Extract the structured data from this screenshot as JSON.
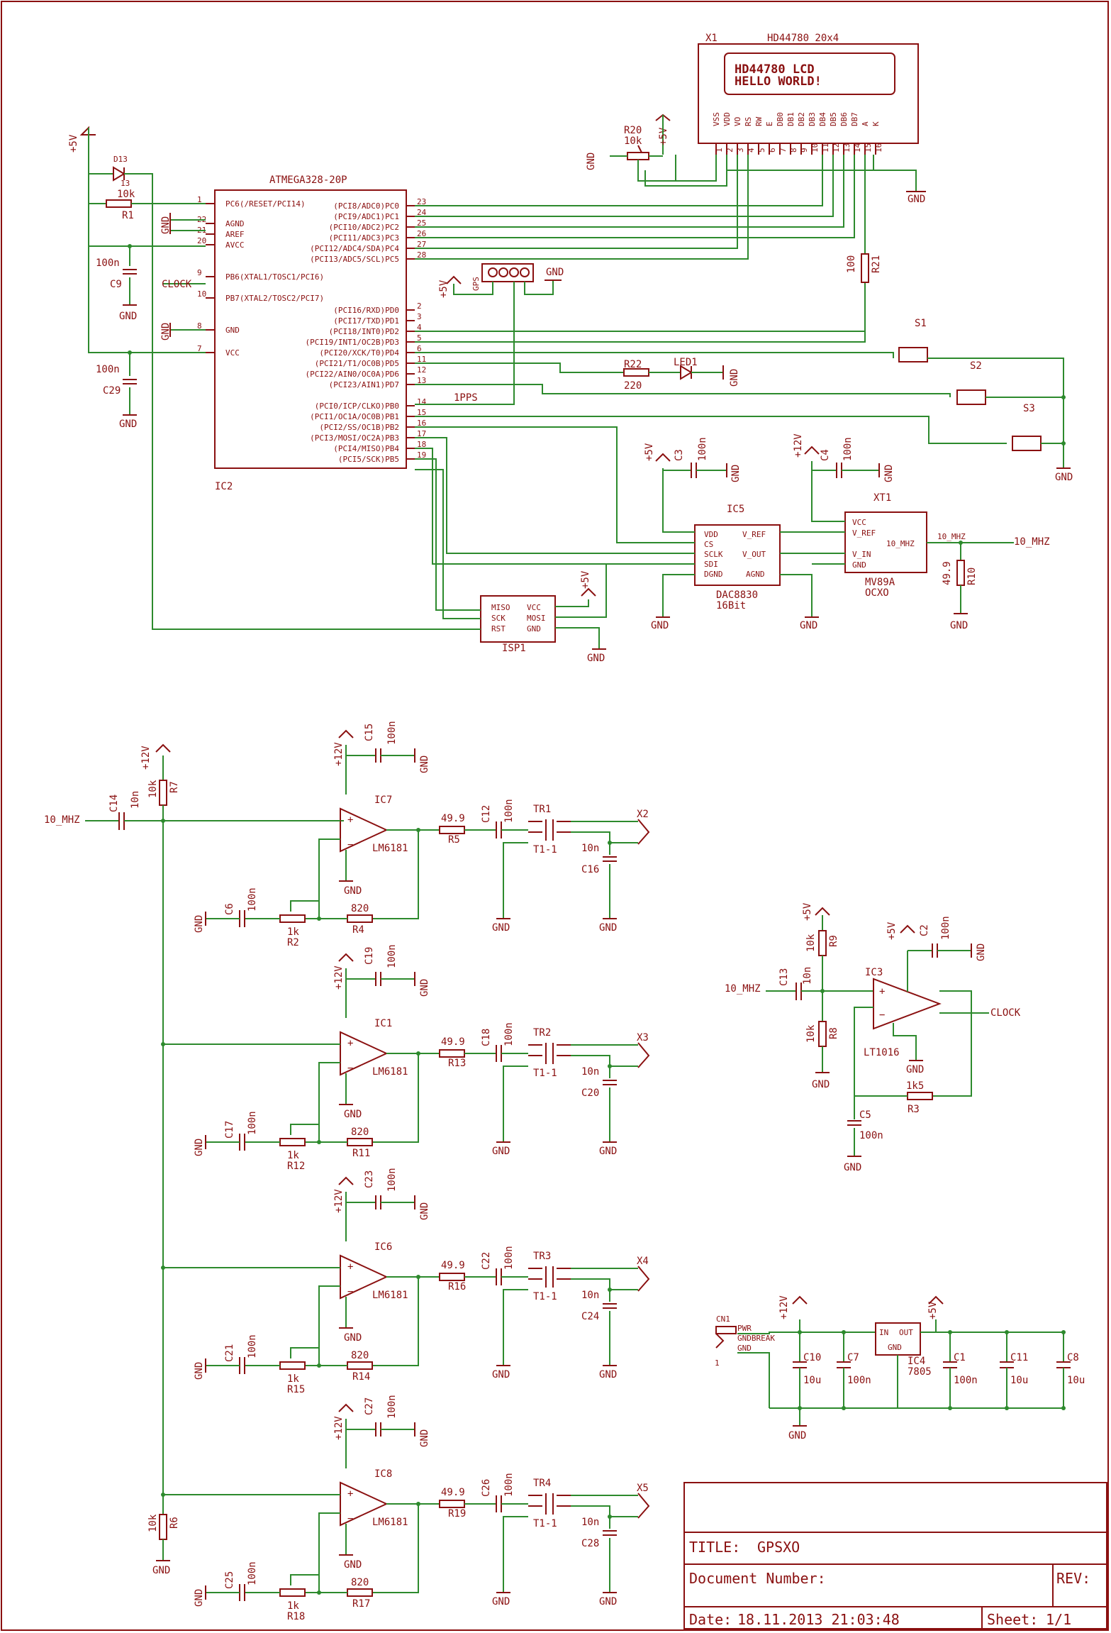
{
  "title_block": {
    "title_label": "TITLE:",
    "title": "GPSXO",
    "doc_label": "Document Number:",
    "rev_label": "REV:",
    "date_label": "Date:",
    "date": "18.11.2013 21:03:48",
    "sheet_label": "Sheet:",
    "sheet": "1/1"
  },
  "lcd": {
    "ref": "X1",
    "type": "HD44780 20x4",
    "line1": "HD44780 LCD",
    "line2": "HELLO WORLD!",
    "pins": [
      "VSS",
      "VDD",
      "VO",
      "RS",
      "RW",
      "E",
      "DB0",
      "DB1",
      "DB2",
      "DB3",
      "DB4",
      "DB5",
      "DB6",
      "DB7",
      "A",
      "K"
    ],
    "pin_numbers": [
      "1",
      "2",
      "3",
      "4",
      "5",
      "6",
      "7",
      "8",
      "9",
      "10",
      "11",
      "12",
      "13",
      "14",
      "15",
      "16"
    ]
  },
  "mcu": {
    "ref": "IC2",
    "type": "ATMEGA328-20P",
    "left_pins": [
      {
        "num": "1",
        "name": "PC6(/RESET/PCI14)"
      },
      {
        "num": "22",
        "name": "AGND"
      },
      {
        "num": "21",
        "name": "AREF"
      },
      {
        "num": "20",
        "name": "AVCC"
      },
      {
        "num": "9",
        "name": "PB6(XTAL1/TOSC1/PCI6)"
      },
      {
        "num": "10",
        "name": "PB7(XTAL2/TOSC2/PCI7)"
      },
      {
        "num": "8",
        "name": "GND"
      },
      {
        "num": "7",
        "name": "VCC"
      }
    ],
    "right_pins": [
      {
        "num": "23",
        "name": "(PCI8/ADC0)PC0"
      },
      {
        "num": "24",
        "name": "(PCI9/ADC1)PC1"
      },
      {
        "num": "25",
        "name": "(PCI10/ADC2)PC2"
      },
      {
        "num": "26",
        "name": "(PCI11/ADC3)PC3"
      },
      {
        "num": "27",
        "name": "(PCI12/ADC4/SDA)PC4"
      },
      {
        "num": "28",
        "name": "(PCI13/ADC5/SCL)PC5"
      },
      {
        "num": "2",
        "name": "(PCI16/RXD)PD0"
      },
      {
        "num": "3",
        "name": "(PCI17/TXD)PD1"
      },
      {
        "num": "4",
        "name": "(PCI18/INT0)PD2"
      },
      {
        "num": "5",
        "name": "(PCI19/INT1/OC2B)PD3"
      },
      {
        "num": "6",
        "name": "(PCI20/XCK/T0)PD4"
      },
      {
        "num": "11",
        "name": "(PCI21/T1/OC0B)PD5"
      },
      {
        "num": "12",
        "name": "(PCI22/AIN0/OC0A)PD6"
      },
      {
        "num": "13",
        "name": "(PCI23/AIN1)PD7"
      },
      {
        "num": "14",
        "name": "(PCI0/ICP/CLKO)PB0"
      },
      {
        "num": "15",
        "name": "(PCI1/OC1A/OC0B)PB1"
      },
      {
        "num": "16",
        "name": "(PCI2/SS/OC1B)PB2"
      },
      {
        "num": "17",
        "name": "(PCI3/MOSI/OC2A)PB3"
      },
      {
        "num": "18",
        "name": "(PCI4/MISO)PB4"
      },
      {
        "num": "19",
        "name": "(PCI5/SCK)PB5"
      }
    ]
  },
  "labels": {
    "p5v": "+5V",
    "p12v": "+12V",
    "gnd": "GND",
    "clock": "CLOCK",
    "pps": "1PPS",
    "gps": "GPS",
    "mhz": "10_MHZ",
    "d13": "D13",
    "r1": "R1",
    "r1v": "10k",
    "r1pin": "13",
    "c9": "C9",
    "c29": "C29",
    "n100": "100n",
    "n10": "10n",
    "u10": "10u",
    "r20": "R20",
    "r20v": "10k",
    "r21": "R21",
    "r21v": "100",
    "r22": "R22",
    "r22v": "220",
    "led1": "LED1",
    "s1": "S1",
    "s2": "S2",
    "s3": "S3",
    "c3": "C3",
    "c4": "C4",
    "ic5": "IC5",
    "dac": "DAC8830",
    "dacbits": "16Bit",
    "xt1": "XT1",
    "osc": "MV89A",
    "ocxo": "OCXO",
    "r10": "R10",
    "r10v": "49.9",
    "isp": "ISP1",
    "dac_pins": [
      "VDD",
      "CS",
      "SCLK",
      "SDI",
      "DGND",
      "V_REF",
      "V_OUT",
      "AGND"
    ],
    "osc_pins": [
      "VCC",
      "V_REF",
      "V_IN",
      "GND",
      "10_MHZ"
    ],
    "isp_pins": [
      "MISO",
      "SCK",
      "RST",
      "VCC",
      "MOSI",
      "GND"
    ],
    "c14": "C14",
    "r7": "R7",
    "r6": "R6",
    "k10": "10k",
    "lm": "LM6181",
    "r499": "49.9",
    "r820": "820",
    "r1k": "1k",
    "t11": "T1-1",
    "ic3": "IC3",
    "lt": "LT1016",
    "c13": "C13",
    "c2": "C2",
    "c5": "C5",
    "r9": "R9",
    "r8": "R8",
    "r3": "R3",
    "r3v": "1k5",
    "cn1": "CN1",
    "pwr": "PWR",
    "gndbreak": "GNDBREAK",
    "ic4": "IC4",
    "reg": "7805",
    "in": "IN",
    "out": "OUT",
    "c10": "C10",
    "c7": "C7",
    "c1": "C1",
    "c11": "C11",
    "c8": "C8"
  },
  "amps": [
    {
      "ic": "IC7",
      "c_sup": "C15",
      "c_in": "C6",
      "rpot": "R2",
      "rfb": "R4",
      "rout": "R5",
      "cout": "C12",
      "tr": "TR1",
      "cfilt": "C16",
      "x": "X2"
    },
    {
      "ic": "IC1",
      "c_sup": "C19",
      "c_in": "C17",
      "rpot": "R12",
      "rfb": "R11",
      "rout": "R13",
      "cout": "C18",
      "tr": "TR2",
      "cfilt": "C20",
      "x": "X3"
    },
    {
      "ic": "IC6",
      "c_sup": "C23",
      "c_in": "C21",
      "rpot": "R15",
      "rfb": "R14",
      "rout": "R16",
      "cout": "C22",
      "tr": "TR3",
      "cfilt": "C24",
      "x": "X4"
    },
    {
      "ic": "IC8",
      "c_sup": "C27",
      "c_in": "C25",
      "rpot": "R18",
      "rfb": "R17",
      "rout": "R19",
      "cout": "C26",
      "tr": "TR4",
      "cfilt": "C28",
      "x": "X5"
    }
  ]
}
